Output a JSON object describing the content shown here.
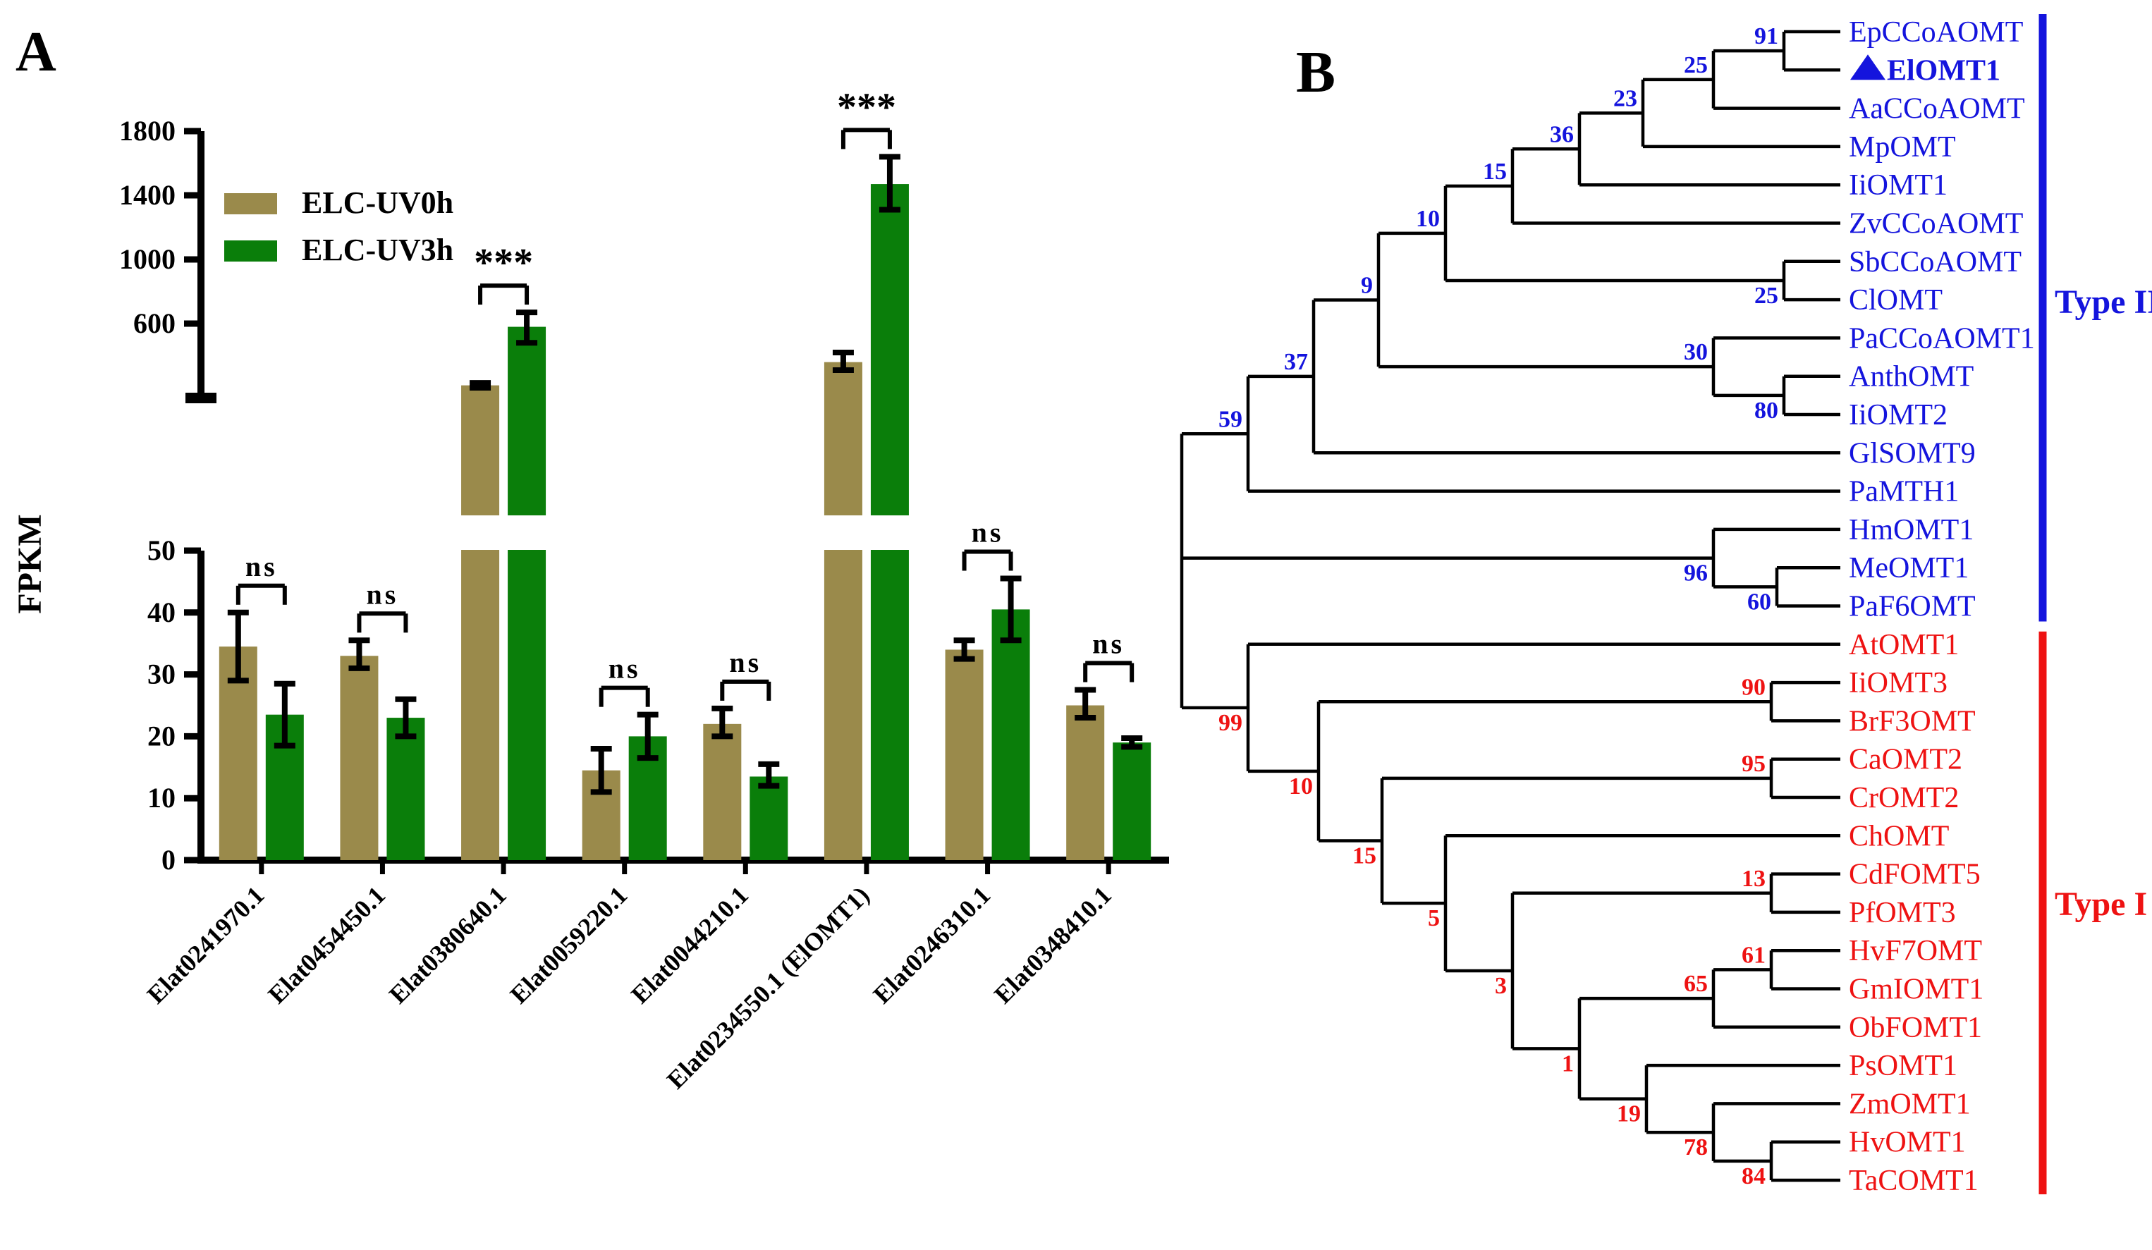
{
  "figure": {
    "panel_a": {
      "label": "A",
      "ylabel": "FPKM",
      "legend": [
        {
          "label": "ELC-UV0h",
          "color": "#9a8a4b"
        },
        {
          "label": "ELC-UV3h",
          "color": "#0a7e0a"
        }
      ],
      "chart_data": {
        "type": "bar",
        "title": "",
        "xlabel": "",
        "ylabel": "FPKM",
        "y_axis": {
          "broken": true,
          "lower_ticks": [
            0,
            10,
            20,
            30,
            40,
            50
          ],
          "upper_ticks": [
            600,
            1000,
            1400,
            1800
          ],
          "lower_range": [
            0,
            50
          ],
          "upper_range": [
            134,
            1800
          ]
        },
        "categories": [
          "Elat0241970.1",
          "Elat0454450.1",
          "Elat0380640.1",
          "Elat0059220.1",
          "Elat0044210.1",
          "Elat0234550.1 (ElOMT1)",
          "Elat0246310.1",
          "Elat0348410.1"
        ],
        "series": [
          {
            "name": "ELC-UV0h",
            "color": "#9a8a4b",
            "values": [
              34.5,
              33,
              215,
              14.5,
              22,
              360,
              34,
              25
            ],
            "err_low": [
              29,
              31,
              200,
              11,
              20,
              310,
              32.5,
              23
            ],
            "err_high": [
              40,
              35.5,
              230,
              18,
              24.5,
              420,
              35.5,
              27.5
            ]
          },
          {
            "name": "ELC-UV3h",
            "color": "#0a7e0a",
            "values": [
              23.5,
              23,
              580,
              20,
              13.5,
              1470,
              40.5,
              19
            ],
            "err_low": [
              18.5,
              20,
              480,
              16.5,
              12,
              1310,
              35.5,
              18.3
            ],
            "err_high": [
              28.5,
              26,
              670,
              23.5,
              15.5,
              1640,
              45.5,
              19.7
            ]
          }
        ],
        "significance": [
          "ns",
          "ns",
          "***",
          "ns",
          "ns",
          "***",
          "ns",
          "ns"
        ]
      }
    },
    "panel_b": {
      "label": "B",
      "clades": [
        {
          "name": "Type II",
          "color": "#1414dd"
        },
        {
          "name": "Type I",
          "color": "#ee1212"
        }
      ],
      "highlight_taxon": "ElOMT1",
      "tree": {
        "x": 1676,
        "children": [
          {
            "b": "59",
            "side": "above",
            "x": 1770,
            "children": [
              {
                "b": "37",
                "side": "above",
                "x": 1863,
                "children": [
                  {
                    "b": "9",
                    "side": "above",
                    "x": 1955,
                    "children": [
                      {
                        "b": "10",
                        "side": "above",
                        "x": 2050,
                        "children": [
                          {
                            "b": "15",
                            "side": "above",
                            "x": 2145,
                            "children": [
                              {
                                "b": "36",
                                "side": "above",
                                "x": 2240,
                                "children": [
                                  {
                                    "b": "23",
                                    "side": "above",
                                    "x": 2330,
                                    "children": [
                                      {
                                        "b": "25",
                                        "side": "above",
                                        "x": 2430,
                                        "children": [
                                          {
                                            "b": "91",
                                            "side": "above",
                                            "x": 2530,
                                            "children": [
                                              {
                                                "t": "EpCCoAOMT"
                                              },
                                              {
                                                "t": "ElOMT1",
                                                "marker": true,
                                                "bold": true
                                              }
                                            ]
                                          },
                                          {
                                            "t": "AaCCoAOMT"
                                          }
                                        ]
                                      },
                                      {
                                        "t": "MpOMT"
                                      }
                                    ]
                                  },
                                  {
                                    "t": "IiOMT1"
                                  }
                                ]
                              },
                              {
                                "t": "ZvCCoAOMT"
                              }
                            ]
                          },
                          {
                            "b": "25",
                            "side": "below",
                            "x": 2530,
                            "children": [
                              {
                                "t": "SbCCoAOMT"
                              },
                              {
                                "t": "ClOMT"
                              }
                            ]
                          }
                        ]
                      },
                      {
                        "b": "30",
                        "side": "above",
                        "x": 2430,
                        "children": [
                          {
                            "t": "PaCCoAOMT1"
                          },
                          {
                            "b": "80",
                            "side": "below",
                            "x": 2530,
                            "children": [
                              {
                                "t": "AnthOMT"
                              },
                              {
                                "t": "IiOMT2"
                              }
                            ]
                          }
                        ]
                      }
                    ]
                  },
                  {
                    "t": "GlSOMT9"
                  }
                ]
              },
              {
                "t": "PaMTH1"
              }
            ]
          },
          {
            "b": "96",
            "side": "below",
            "x": 2430,
            "children": [
              {
                "t": "HmOMT1"
              },
              {
                "b": "60",
                "side": "below",
                "x": 2520,
                "children": [
                  {
                    "t": "MeOMT1"
                  },
                  {
                    "t": "PaF6OMT"
                  }
                ]
              }
            ]
          },
          {
            "b": "99",
            "side": "below",
            "x": 1770,
            "children": [
              {
                "t": "AtOMT1"
              },
              {
                "b": "10",
                "side": "below",
                "x": 1870,
                "children": [
                  {
                    "b": "90",
                    "side": "above",
                    "x": 2512,
                    "children": [
                      {
                        "t": "IiOMT3"
                      },
                      {
                        "t": "BrF3OMT"
                      }
                    ]
                  },
                  {
                    "b": "15",
                    "side": "below",
                    "x": 1960,
                    "children": [
                      {
                        "b": "95",
                        "side": "above",
                        "x": 2512,
                        "children": [
                          {
                            "t": "CaOMT2"
                          },
                          {
                            "t": "CrOMT2"
                          }
                        ]
                      },
                      {
                        "b": "5",
                        "side": "below",
                        "x": 2050,
                        "children": [
                          {
                            "t": "ChOMT"
                          },
                          {
                            "b": "3",
                            "side": "below",
                            "x": 2145,
                            "children": [
                              {
                                "b": "13",
                                "side": "above",
                                "x": 2512,
                                "children": [
                                  {
                                    "t": "CdFOMT5"
                                  },
                                  {
                                    "t": "PfOMT3"
                                  }
                                ]
                              },
                              {
                                "b": "1",
                                "side": "below",
                                "x": 2240,
                                "children": [
                                  {
                                    "b": "65",
                                    "side": "above",
                                    "x": 2430,
                                    "children": [
                                      {
                                        "b": "61",
                                        "side": "above",
                                        "x": 2512,
                                        "children": [
                                          {
                                            "t": "HvF7OMT"
                                          },
                                          {
                                            "t": "GmIOMT1"
                                          }
                                        ]
                                      },
                                      {
                                        "t": "ObFOMT1"
                                      }
                                    ]
                                  },
                                  {
                                    "b": "19",
                                    "side": "below",
                                    "x": 2335,
                                    "children": [
                                      {
                                        "t": "PsOMT1"
                                      },
                                      {
                                        "b": "78",
                                        "side": "below",
                                        "x": 2430,
                                        "children": [
                                          {
                                            "t": "ZmOMT1"
                                          },
                                          {
                                            "b": "84",
                                            "side": "below",
                                            "x": 2512,
                                            "children": [
                                              {
                                                "t": "HvOMT1"
                                              },
                                              {
                                                "t": "TaCOMT1"
                                              }
                                            ]
                                          }
                                        ]
                                      }
                                    ]
                                  }
                                ]
                              }
                            ]
                          }
                        ]
                      }
                    ]
                  }
                ]
              }
            ]
          }
        ]
      }
    }
  }
}
